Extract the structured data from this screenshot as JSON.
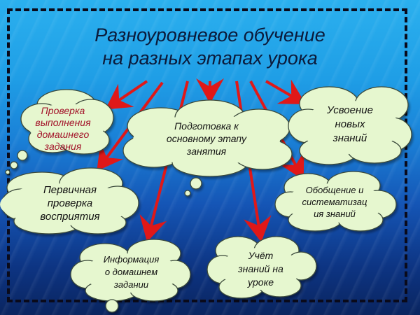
{
  "title": {
    "line1": "Разноуровневое обучение",
    "line2": "на разных этапах урока"
  },
  "colors": {
    "arrow": "#e01818",
    "cloud_fill": "#e6f7cf",
    "cloud_stroke": "#3a4a3a",
    "frame": "#0a0a1a",
    "bg_top": "#2bb0ee",
    "bg_bottom": "#0a2560",
    "title_text": "#0b1a3a",
    "highlight_text": "#a3142a"
  },
  "clouds": [
    {
      "id": "homework-check",
      "lines": [
        "Проверка",
        "выполнения",
        "домашнего",
        "задания"
      ]
    },
    {
      "id": "preparation",
      "lines": [
        "Подготовка к",
        "основному этапу",
        "занятия"
      ]
    },
    {
      "id": "new-knowledge",
      "lines": [
        "Усвоение",
        "новых",
        "знаний"
      ]
    },
    {
      "id": "primary-check",
      "lines": [
        "Первичная",
        "проверка",
        "восприятия"
      ]
    },
    {
      "id": "generalization",
      "lines": [
        "Обобщение и",
        "систематизац",
        "ия знаний"
      ]
    },
    {
      "id": "homework-info",
      "lines": [
        "Информация",
        "о домашнем",
        "задании"
      ]
    },
    {
      "id": "knowledge-account",
      "lines": [
        "Учёт",
        "знаний на",
        "уроке"
      ]
    }
  ]
}
